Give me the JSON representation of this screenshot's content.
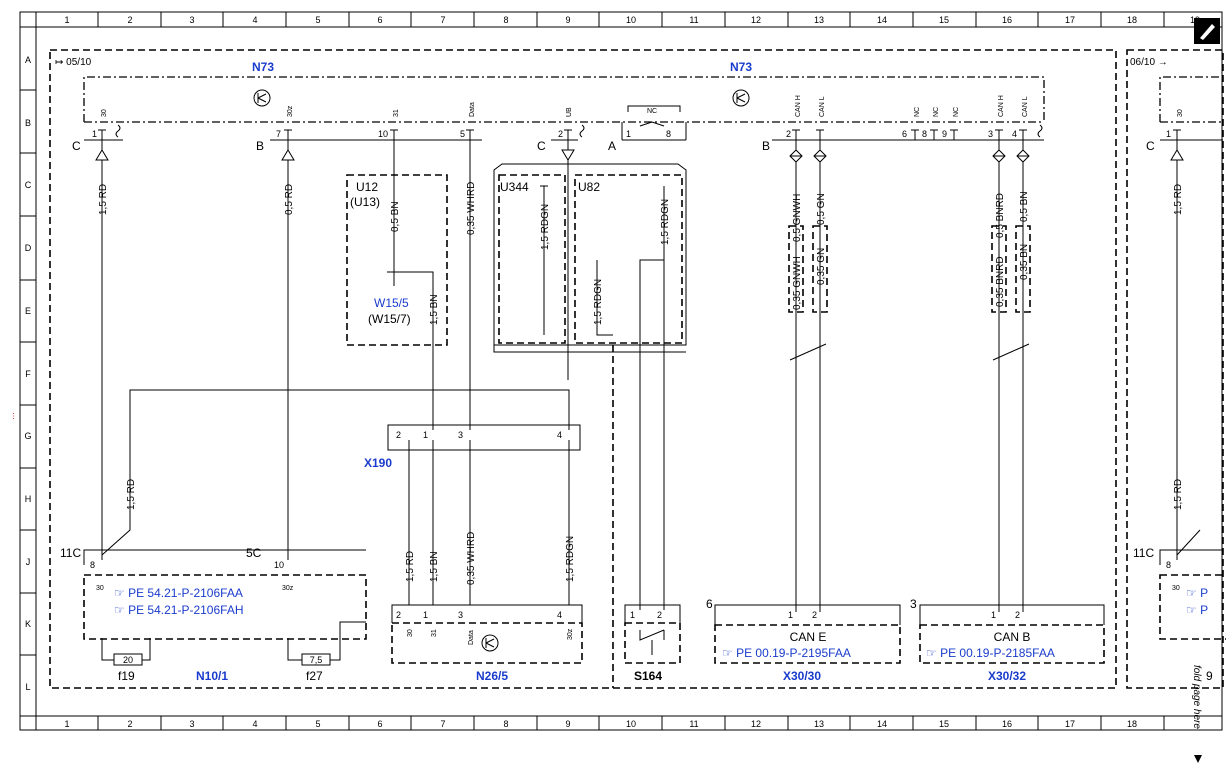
{
  "grid": {
    "cols": [
      "1",
      "2",
      "3",
      "4",
      "5",
      "6",
      "7",
      "8",
      "9",
      "10",
      "11",
      "12",
      "13",
      "14",
      "15",
      "16",
      "17",
      "18",
      "19"
    ],
    "rows": [
      "A",
      "B",
      "C",
      "D",
      "E",
      "F",
      "G",
      "H",
      "J",
      "K",
      "L"
    ]
  },
  "page_refs": {
    "left": "05/10",
    "right": "06/10"
  },
  "components": {
    "n73_left": "N73",
    "n73_center": "N73",
    "u12": "U12",
    "u13": "(U13)",
    "w15_5": "W15/5",
    "w15_7": "(W15/7)",
    "u344": "U344",
    "u82": "U82",
    "x190": "X190",
    "n10_1": "N10/1",
    "n26_5": "N26/5",
    "s164": "S164",
    "x30_30": "X30/30",
    "x30_32": "X30/32",
    "f19": "f19",
    "f27": "f27",
    "can_e": "CAN E",
    "can_b": "CAN B"
  },
  "connectors": {
    "c1": "C",
    "b1": "B",
    "c2": "C",
    "a": "A",
    "b2": "B",
    "c3": "C",
    "c11": "11C",
    "c5": "5C",
    "c11r": "11C",
    "n6": "6",
    "n3": "3"
  },
  "pins": {
    "p1": "1",
    "p7": "7",
    "p10": "10",
    "p5": "5",
    "p2": "2",
    "p1a": "1",
    "p8a": "8",
    "p2b": "2",
    "p6": "6",
    "p8b": "8",
    "p9": "9",
    "p3": "3",
    "p4": "4",
    "p1r": "1",
    "x190_2": "2",
    "x190_1": "1",
    "x190_3": "3",
    "x190_4": "4",
    "n10_8": "8",
    "n10_10": "10",
    "n10_30a": "30",
    "n10_30z": "30z",
    "n26_2": "2",
    "n26_1": "1",
    "n26_3": "3",
    "n26_4": "4",
    "s_1": "1",
    "s_2": "2",
    "ce_1": "1",
    "ce_2": "2",
    "cb_1": "1",
    "cb_2": "2",
    "r_8": "8",
    "r_30": "30"
  },
  "terminals": {
    "t30": "30",
    "t30z": "30z",
    "t31": "31",
    "tdata": "Data",
    "tub": "UB",
    "tnc": "NC",
    "tcanh": "CAN H",
    "tcanl": "CAN L",
    "tnc1": "NC",
    "tnc2": "NC",
    "tnc3": "NC",
    "tcanbh": "CAN H",
    "tcanbl": "CAN L",
    "tr30": "30",
    "n26_30": "30",
    "n26_31": "31",
    "n26_data": "Data",
    "n26_30z": "30z"
  },
  "wires": {
    "w1": "1,5 RD",
    "w2": "0,5 RD",
    "w3": "0,5 BN",
    "w4": "1,5 BN",
    "w5": "0,35 WHRD",
    "w6": "1,5 RDGN",
    "w7": "1,5 RDGN",
    "w8": "1,5 RDGN",
    "w9": "0,5 GNWH",
    "w10": "0,5 GN",
    "w11": "0,35 GNWH",
    "w12": "0,35 GN",
    "w13": "0,5 BNRD",
    "w14": "0,5 BN",
    "w15": "0,35 BNRD",
    "w16": "0,35 BN",
    "w17": "1,5 RD",
    "w18": "1,5 RD",
    "w19": "1,5 BN",
    "w20": "0,35 WHRD",
    "w21": "1,5 RDGN",
    "w22": "1,5 RD",
    "w23": "1,5 RD"
  },
  "fuses": {
    "f19_val": "20",
    "f27_val": "7,5"
  },
  "refs": {
    "n10_a": "PE 54.21-P-2106FAA",
    "n10_b": "PE 54.21-P-2106FAH",
    "can_e_ref": "PE 00.19-P-2195FAA",
    "can_b_ref": "PE 00.19-P-2185FAA",
    "right_a": "P",
    "right_b": "P",
    "right_fuse": "9"
  },
  "fold": "fold page here",
  "margin_note": "…"
}
